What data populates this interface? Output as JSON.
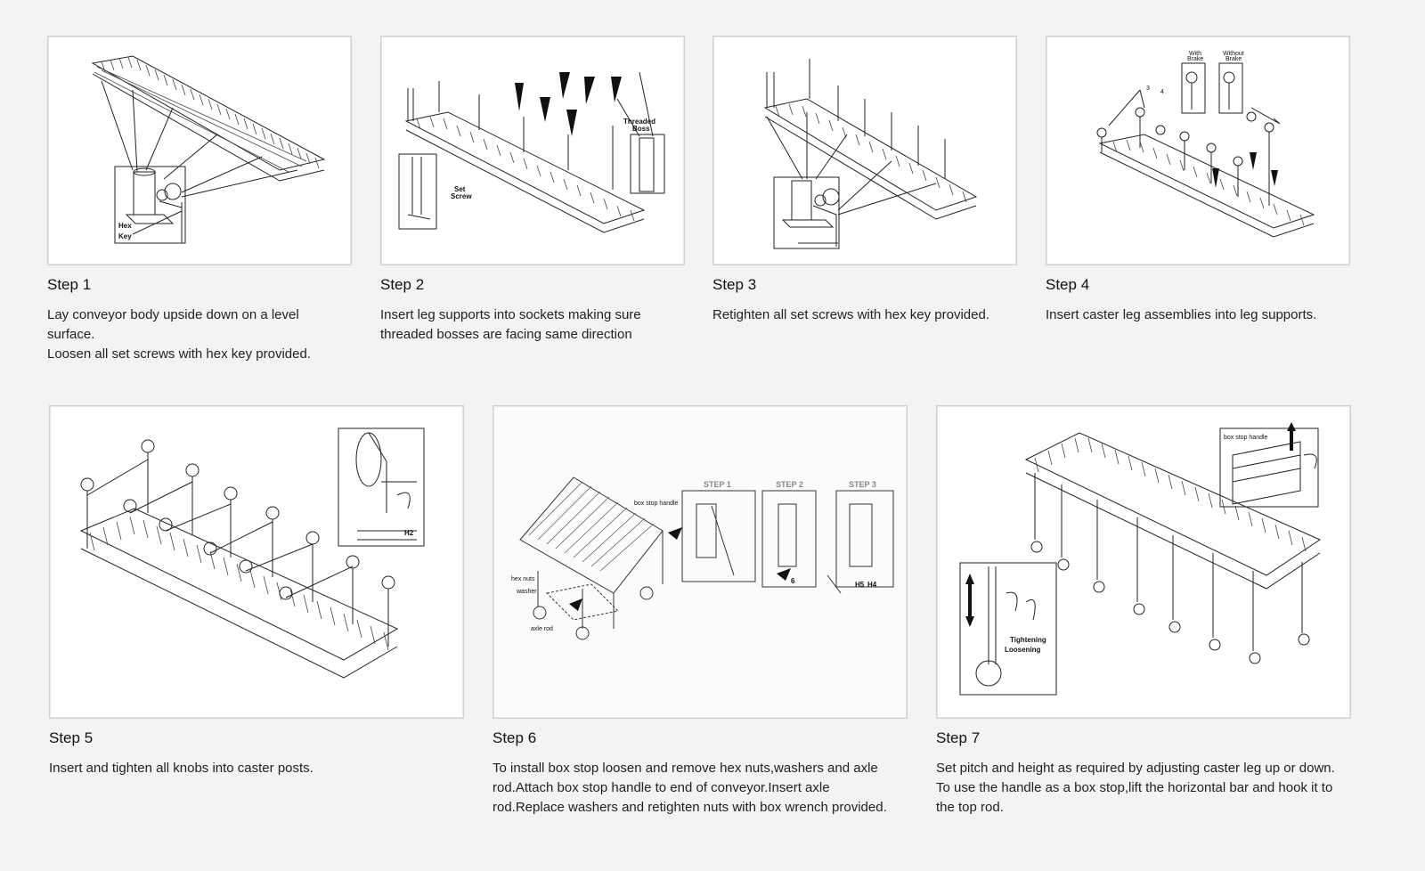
{
  "steps": [
    {
      "title": "Step 1",
      "lines": [
        "Lay conveyor body upside down on a level",
        "surface.",
        "Loosen all set screws with hex key provided."
      ],
      "labels": {
        "hex": "Hex",
        "key": "Key"
      }
    },
    {
      "title": "Step 2",
      "lines": [
        "Insert leg supports into sockets making sure",
        "threaded bosses are facing same direction"
      ],
      "labels": {
        "threaded": "Threaded",
        "boss": "Boss",
        "set": "Set",
        "screw": "Screw"
      }
    },
    {
      "title": "Step 3",
      "lines": [
        "Retighten all set screws with hex key provided."
      ]
    },
    {
      "title": "Step 4",
      "lines": [
        "Insert caster leg assemblies into leg supports."
      ],
      "labels": {
        "with": "With",
        "withBrake": "Brake",
        "without": "Without",
        "withoutBrake": "Brake",
        "n3": "3",
        "n4": "4"
      }
    },
    {
      "title": "Step 5",
      "lines": [
        "Insert and tighten all knobs into caster posts."
      ],
      "labels": {
        "h2": "H2"
      }
    },
    {
      "title": "Step 6",
      "lines": [
        "To install box stop loosen and remove hex nuts,washers and axle",
        "rod.Attach box stop handle to end of conveyor.Insert axle",
        "rod.Replace washers and retighten nuts with box wrench provided."
      ],
      "labels": {
        "boxStopHandle": "box stop handle",
        "hexNuts": "hex nuts",
        "washer": "washer",
        "axleRod": "axle rod",
        "s1": "STEP 1",
        "s2": "STEP 2",
        "s3": "STEP 3",
        "six": "6",
        "h5": "H5",
        "h4": "H4"
      }
    },
    {
      "title": "Step 7",
      "lines": [
        "Set pitch and height as required by adjusting caster leg up or down.",
        "To use the handle as a box stop,lift the horizontal bar and hook it to",
        "the top rod."
      ],
      "labels": {
        "boxStopHandle": "box stop handle",
        "tightening": "Tightening",
        "loosening": "Loosening"
      }
    }
  ],
  "colors": {
    "background": "#f3f3f3",
    "frame": "#ffffff",
    "border": "#cfcfcf",
    "ink": "#111111"
  }
}
